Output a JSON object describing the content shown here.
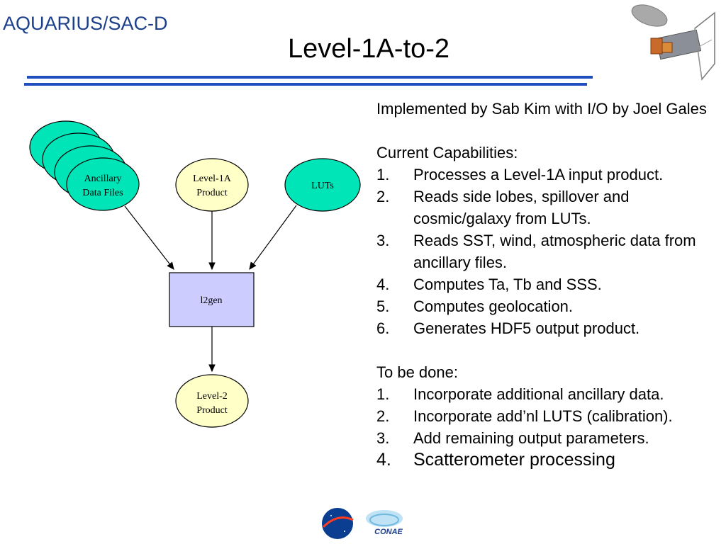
{
  "header": {
    "logo_text": "AQUARIUS/SAC-D",
    "title": "Level-1A-to-2"
  },
  "diagram": {
    "nodes": {
      "ancillary": [
        "Ancillary",
        "Data Files"
      ],
      "level1a": [
        "Level-1A",
        "Product"
      ],
      "luts": "LUTs",
      "l2gen": "l2gen",
      "level2": [
        "Level-2",
        "Product"
      ]
    },
    "colors": {
      "ancillary_fill": "#00e5b8",
      "product_fill": "#ffffc8",
      "luts_fill": "#00e5b8",
      "process_fill": "#ccccff"
    }
  },
  "content": {
    "intro": "Implemented by Sab Kim with I/O by Joel Gales",
    "capabilities_heading": "Current Capabilities:",
    "capabilities": [
      {
        "num": "1.",
        "text": "Processes a Level-1A input product."
      },
      {
        "num": "2.",
        "text": "Reads side lobes, spillover and cosmic/galaxy from LUTs."
      },
      {
        "num": "3.",
        "text": "Reads SST, wind, atmospheric data from ancillary files."
      },
      {
        "num": "4.",
        "text": "Computes Ta, Tb and SSS."
      },
      {
        "num": "5.",
        "text": "Computes geolocation."
      },
      {
        "num": "6.",
        "text": "Generates HDF5 output product."
      }
    ],
    "todo_heading": "To be done:",
    "todo": [
      {
        "num": "1.",
        "text": "Incorporate additional ancillary data."
      },
      {
        "num": "2.",
        "text": "Incorporate add’nl LUTS (calibration)."
      },
      {
        "num": "3.",
        "text": "Add remaining output parameters."
      },
      {
        "num": "4.",
        "text": "Scatterometer processing"
      }
    ]
  },
  "footer": {
    "logos": [
      "nasa-logo",
      "conae-logo"
    ],
    "conae_text": "CONAE"
  }
}
